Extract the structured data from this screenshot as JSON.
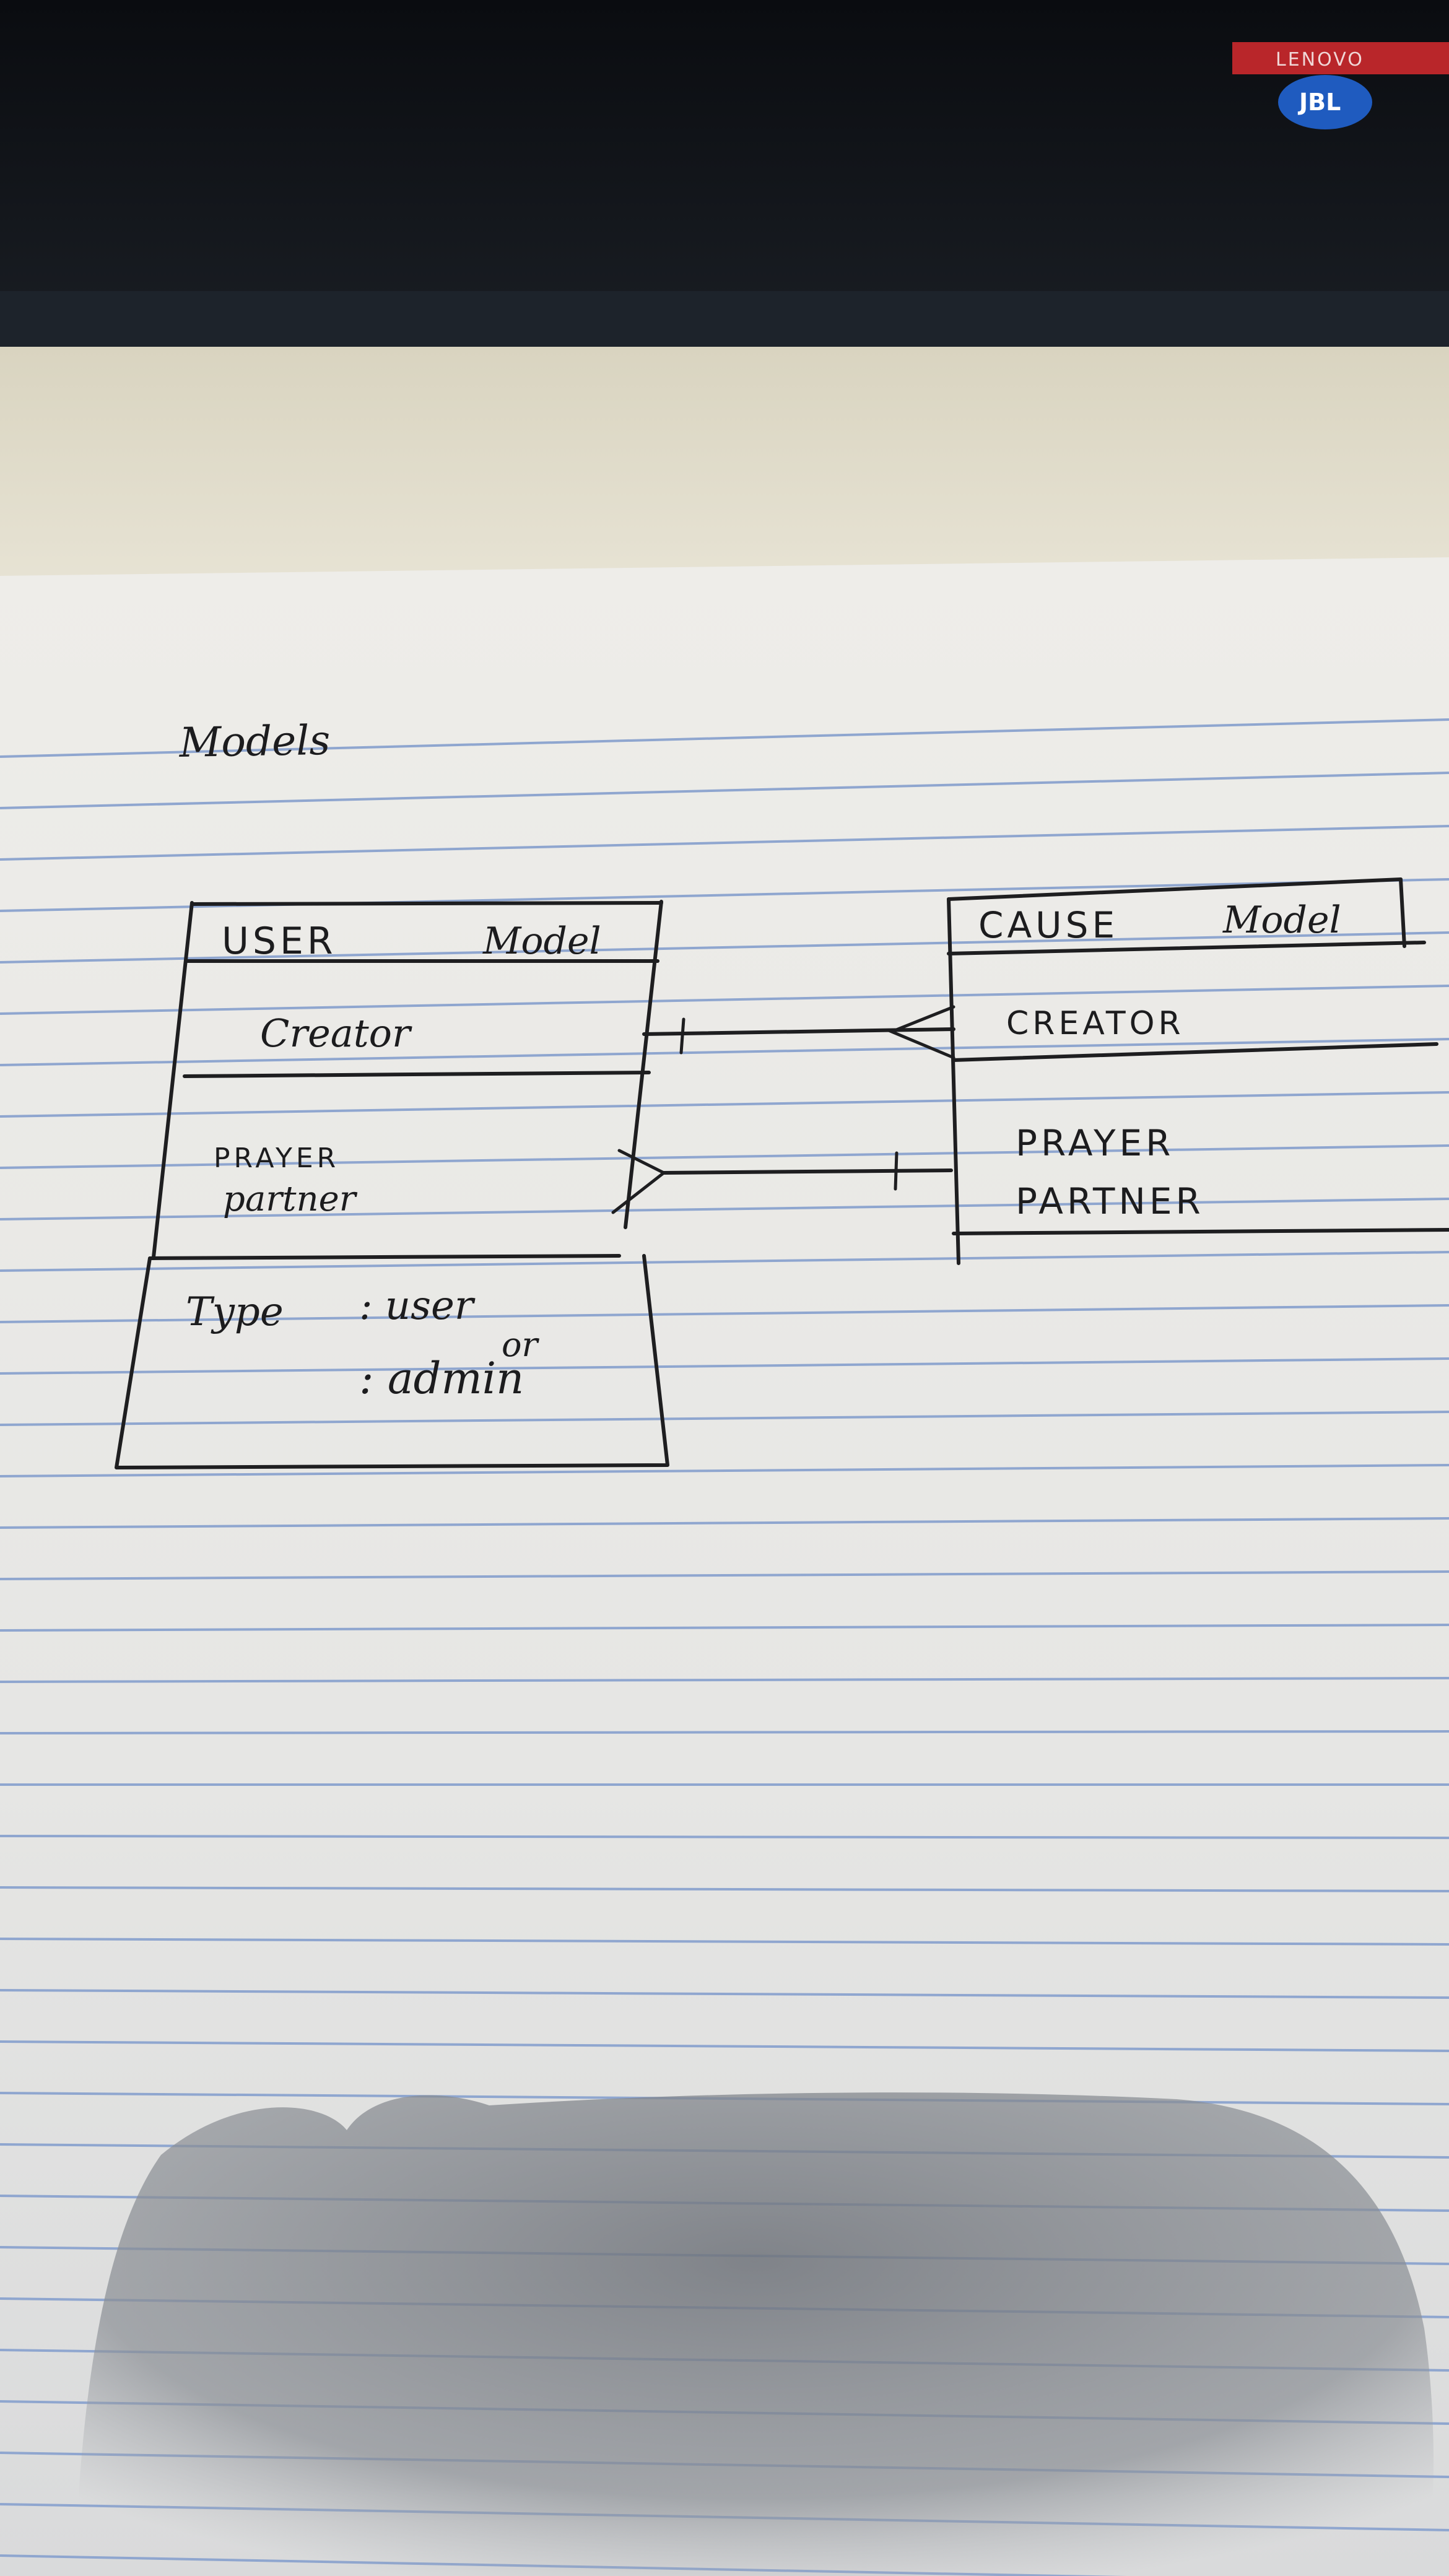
{
  "background": {
    "laptop_brand": "LENOVO",
    "speaker_brand": "JBL"
  },
  "notebook": {
    "heading": "Models"
  },
  "user_model": {
    "title_left": "USER",
    "title_right": "Model",
    "creator_label": "Creator",
    "prayer_line1": "PRAYER",
    "prayer_line2": "partner",
    "type_label": "Type",
    "type_value_1": ": user",
    "type_or": "or",
    "type_value_2": ": admin"
  },
  "cause_model": {
    "title_left": "CAUSE",
    "title_right": "Model",
    "creator_label": "CREATOR",
    "prayer_line1": "PRAYER",
    "prayer_line2": "PARTNER"
  },
  "colors": {
    "ink": "#1e1e20",
    "paper": "#ecebe8",
    "rule_lines": "#8fa6cf",
    "desk": "#0d1014",
    "laptop_badge": "#c8282c"
  }
}
